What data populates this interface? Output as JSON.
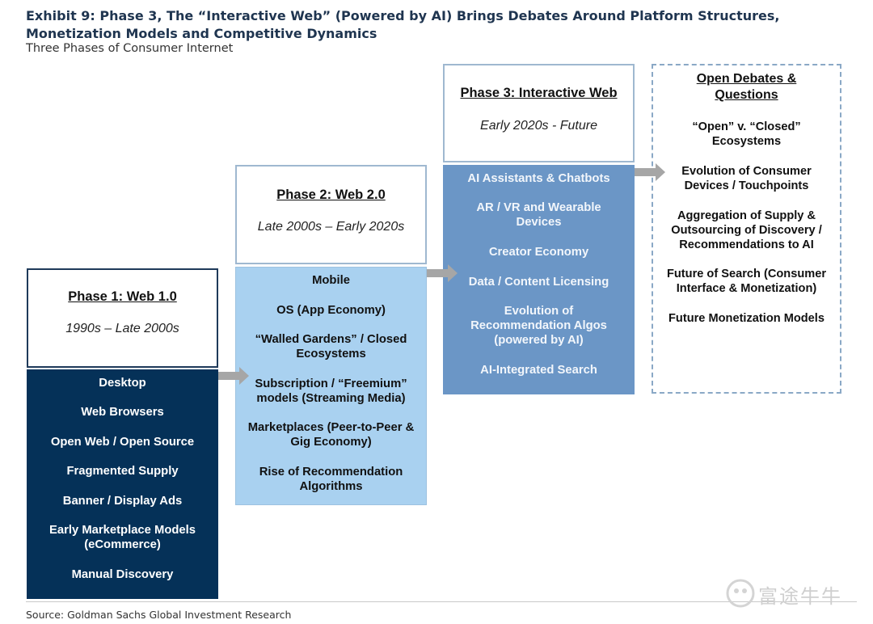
{
  "title": "Exhibit 9: Phase 3, The “Interactive Web” (Powered by AI) Brings Debates Around Platform Structures, Monetization Models and Competitive Dynamics",
  "subtitle": "Three Phases of Consumer Internet",
  "phase1": {
    "heading": "Phase 1: Web 1.0",
    "dates": "1990s – Late 2000s",
    "items": [
      "Desktop",
      "Web Browsers",
      "Open Web / Open Source",
      "Fragmented Supply",
      "Banner / Display Ads",
      "Early Marketplace Models (eCommerce)",
      "Manual Discovery"
    ]
  },
  "phase2": {
    "heading": "Phase 2: Web 2.0",
    "dates": "Late 2000s – Early 2020s",
    "items": [
      "Mobile",
      "OS (App Economy)",
      "“Walled Gardens” / Closed Ecosystems",
      "Subscription / “Freemium” models (Streaming Media)",
      "Marketplaces (Peer-to-Peer & Gig Economy)",
      "Rise of Recommendation Algorithms"
    ]
  },
  "phase3": {
    "heading": "Phase 3: Interactive Web",
    "dates": "Early 2020s - Future",
    "items": [
      "AI Assistants & Chatbots",
      "AR / VR and Wearable Devices",
      "Creator Economy",
      "Data / Content Licensing",
      "Evolution of Recommendation Algos (powered by AI)",
      "AI-Integrated Search"
    ]
  },
  "debates": {
    "heading": "Open Debates & Questions",
    "items": [
      "“Open” v. “Closed” Ecosystems",
      "Evolution of Consumer Devices / Touchpoints",
      "Aggregation of Supply & Outsourcing of Discovery / Recommendations to AI",
      "Future of Search (Consumer Interface & Monetization)",
      "Future Monetization Models"
    ]
  },
  "source": "Source: Goldman Sachs Global Investment Research",
  "watermark": "富途牛牛",
  "colors": {
    "phase1_fill": "#053158",
    "phase2_fill": "#a9d1f0",
    "phase3_fill": "#6b96c6",
    "arrow": "#a6a6a6",
    "dashed_border": "#8aa8c6"
  }
}
